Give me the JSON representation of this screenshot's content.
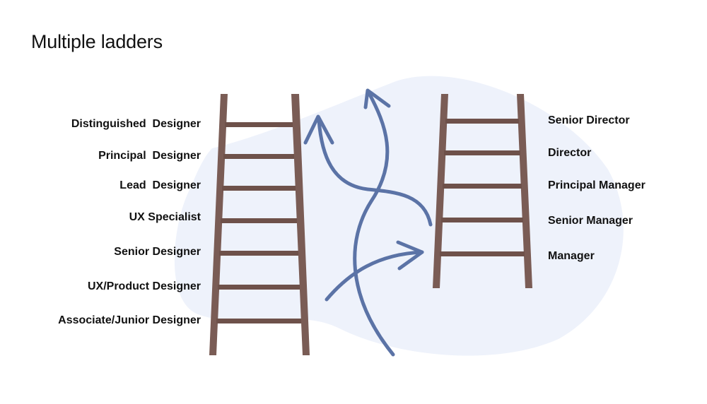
{
  "title": "Multiple ladders",
  "designer_ladder": {
    "rungs": [
      "Distinguished  Designer",
      "Principal  Designer",
      "Lead  Designer",
      "UX Specialist",
      "Senior Designer",
      "UX/Product Designer",
      "Associate/Junior Designer"
    ]
  },
  "manager_ladder": {
    "rungs": [
      "Senior Director",
      "Director",
      "Principal Manager",
      "Senior Manager",
      "Manager"
    ]
  },
  "colors": {
    "ladder": "#7a5c55",
    "arrow": "#5b73a6",
    "blob": "#eef2fb"
  }
}
